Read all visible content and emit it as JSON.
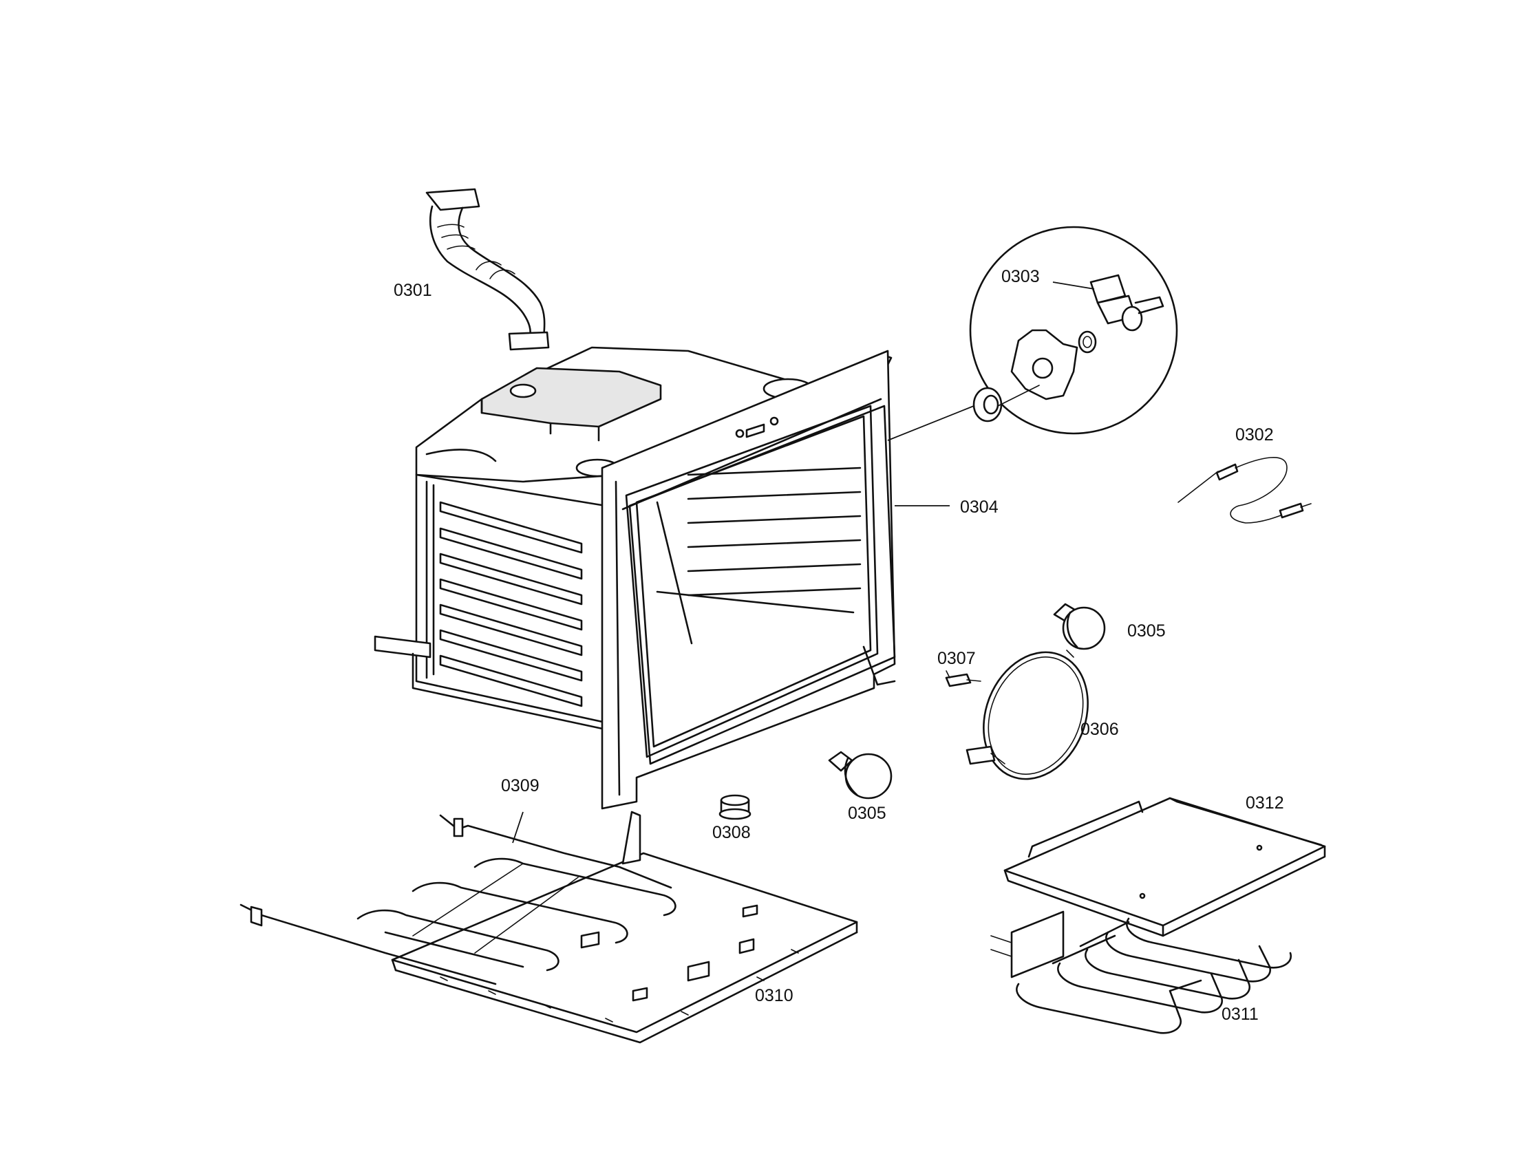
{
  "labels": {
    "p0301": "0301",
    "p0302": "0302",
    "p0303": "0303",
    "p0304": "0304",
    "p0305a": "0305",
    "p0305b": "0305",
    "p0306": "0306",
    "p0307": "0307",
    "p0308": "0308",
    "p0309": "0309",
    "p0310": "0310",
    "p0311": "0311",
    "p0312": "0312"
  }
}
